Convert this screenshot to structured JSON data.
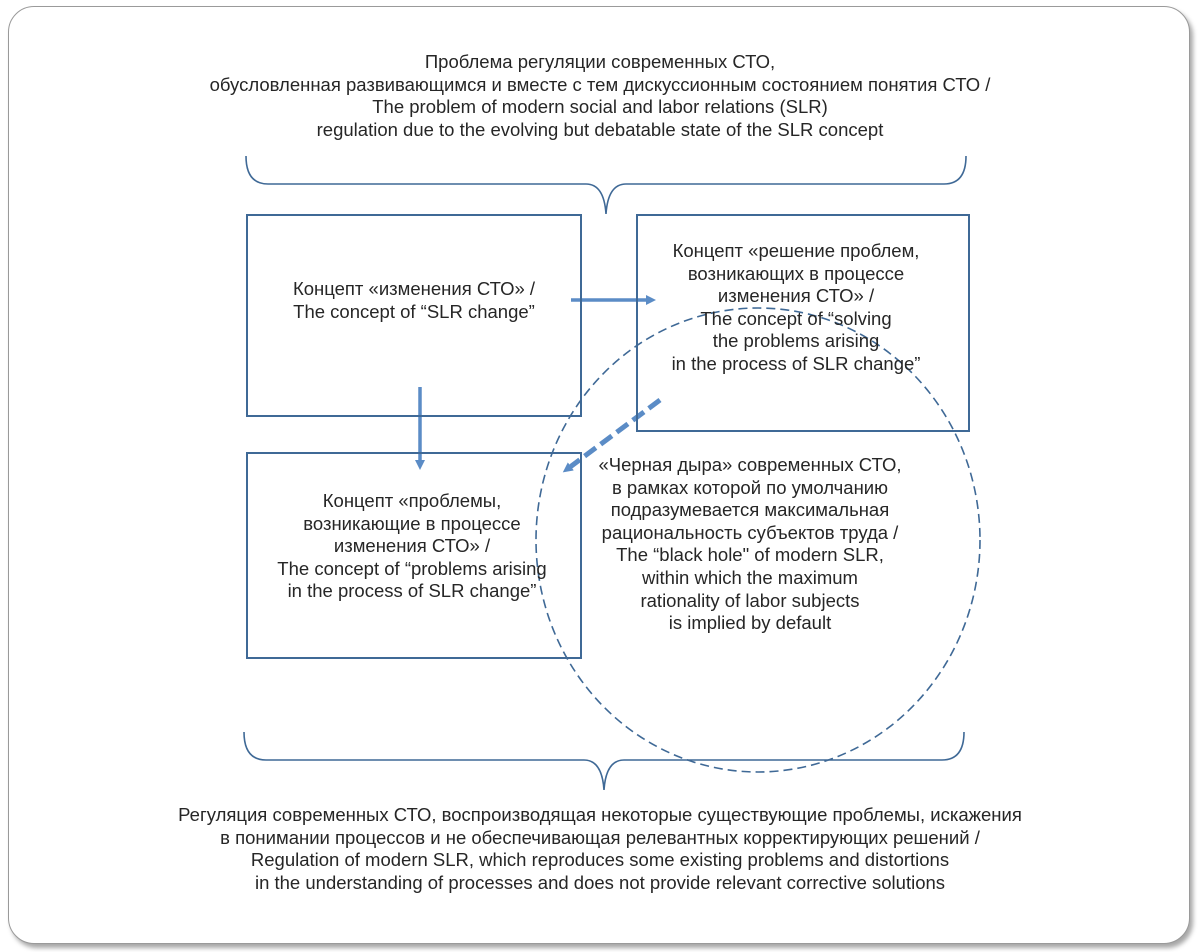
{
  "diagram": {
    "top_statement": {
      "lines": [
        "Проблема регуляции современных СТО,",
        "обусловленная развивающимся и вместе с тем дискуссионным состоянием понятия СТО /",
        "The problem of modern social and labor relations (SLR)",
        "regulation due to the evolving but debatable state of the SLR concept"
      ]
    },
    "box_change": {
      "lines": [
        "Концепт «изменения СТО» /",
        "The concept of “SLR change”"
      ]
    },
    "box_solving": {
      "lines": [
        "Концепт «решение проблем,",
        "возникающих в процессе",
        "изменения СТО» /",
        "The concept of “solving",
        "the problems arising",
        "in the process of SLR change”"
      ]
    },
    "box_problems": {
      "lines": [
        "Концепт «проблемы,",
        "возникающие в процессе",
        "изменения СТО» /",
        "The concept of “problems arising",
        "in the process of SLR change”"
      ]
    },
    "black_hole": {
      "lines": [
        "«Черная дыра» современных СТО,",
        "в рамках которой по умолчанию",
        "подразумевается максимальная",
        "рациональность субъектов труда /",
        "The “black hole\" of modern SLR,",
        "within which the maximum",
        "rationality of labor subjects",
        "is implied by default"
      ]
    },
    "bottom_statement": {
      "lines": [
        "Регуляция современных СТО, воспроизводящая некоторые существующие проблемы, искажения",
        "в понимании процессов и не обеспечивающая релевантных корректирующих решений /",
        "Regulation of modern SLR, which reproduces some existing problems and distortions",
        "in the understanding of processes and does not provide relevant corrective solutions"
      ]
    },
    "colors": {
      "box_border": "#3f6996",
      "arrow": "#5b8cc6",
      "brace": "#3f6996",
      "circle": "#3f6996",
      "text": "#262626"
    }
  }
}
